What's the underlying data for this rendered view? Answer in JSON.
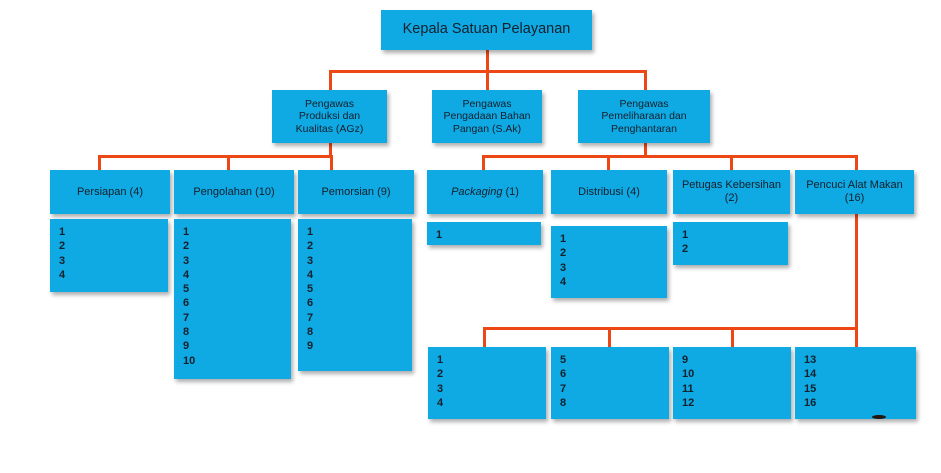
{
  "chart": {
    "title": "Kepala Satuan Pelayanan",
    "accent_blue": "#0fa9e4",
    "accent_orange": "#ed4715",
    "text_color": "#14202b",
    "root": {
      "label": "Kepala Satuan Pelayanan"
    },
    "supervisors": [
      {
        "id": "agz",
        "line1": "Pengawas",
        "line2": "Produksi dan",
        "line3": "Kualitas (AGz)"
      },
      {
        "id": "sak",
        "line1": "Pengawas",
        "line2": "Pengadaan Bahan",
        "line3": "Pangan (S.Ak)"
      },
      {
        "id": "hantar",
        "line1": "Pengawas",
        "line2": "Pemeliharaan dan",
        "line3": "Penghantaran"
      }
    ],
    "units": [
      {
        "id": "persiapan",
        "label": "Persiapan (4)",
        "count": 4,
        "italic_word": ""
      },
      {
        "id": "pengolahan",
        "label": "Pengolahan (10)",
        "count": 10,
        "italic_word": ""
      },
      {
        "id": "pemorsian",
        "label": "Pemorsian (9)",
        "count": 9,
        "italic_word": ""
      },
      {
        "id": "packaging",
        "label": "Packaging (1)",
        "count": 1,
        "italic_word": "Packaging",
        "suffix": " (1)"
      },
      {
        "id": "distribusi",
        "label": "Distribusi (4)",
        "count": 4,
        "italic_word": ""
      },
      {
        "id": "kebersihan",
        "label": "Petugas Kebersihan (2)",
        "line1": "Petugas Kebersihan",
        "line2": "(2)",
        "count": 2,
        "italic_word": ""
      },
      {
        "id": "pencuci",
        "label": "Pencuci Alat Makan (16)",
        "line1": "Pencuci Alat Makan",
        "line2": "(16)",
        "count": 16,
        "italic_word": ""
      }
    ],
    "lists": {
      "persiapan": [
        "1",
        "2",
        "3",
        "4"
      ],
      "pengolahan": [
        "1",
        "2",
        "3",
        "4",
        "5",
        "6",
        "7",
        "8",
        "9",
        "10"
      ],
      "pemorsian": [
        "1",
        "2",
        "3",
        "4",
        "5",
        "6",
        "7",
        "8",
        "9"
      ],
      "packaging": [
        "1"
      ],
      "distribusi": [
        "1",
        "2",
        "3",
        "4"
      ],
      "kebersihan": [
        "1",
        "2"
      ],
      "pencuci_a": [
        "1",
        "2",
        "3",
        "4"
      ],
      "pencuci_b": [
        "5",
        "6",
        "7",
        "8"
      ],
      "pencuci_c": [
        "9",
        "10",
        "11",
        "12"
      ],
      "pencuci_d": [
        "13",
        "14",
        "15",
        "16"
      ]
    }
  }
}
